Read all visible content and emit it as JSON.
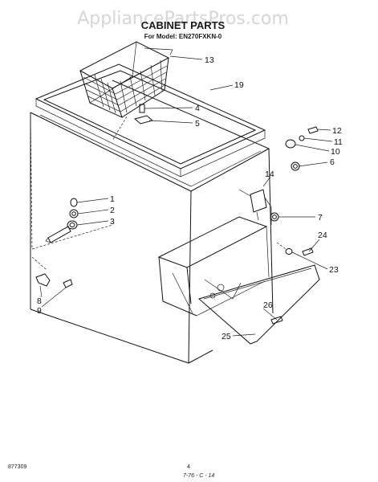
{
  "watermark": "AppliancePartsPros.com",
  "header": {
    "title": "CABINET PARTS",
    "model_line": "For Model: EN270FXKN-0"
  },
  "callouts": [
    {
      "id": "1",
      "label": "1"
    },
    {
      "id": "2",
      "label": "2"
    },
    {
      "id": "3",
      "label": "3"
    },
    {
      "id": "4",
      "label": "4"
    },
    {
      "id": "5",
      "label": "5"
    },
    {
      "id": "6",
      "label": "6"
    },
    {
      "id": "7",
      "label": "7"
    },
    {
      "id": "8",
      "label": "8"
    },
    {
      "id": "9",
      "label": "9"
    },
    {
      "id": "10",
      "label": "10"
    },
    {
      "id": "11",
      "label": "11"
    },
    {
      "id": "12",
      "label": "12"
    },
    {
      "id": "13",
      "label": "13"
    },
    {
      "id": "14",
      "label": "14"
    },
    {
      "id": "19",
      "label": "19"
    },
    {
      "id": "23",
      "label": "23"
    },
    {
      "id": "24",
      "label": "24"
    },
    {
      "id": "25",
      "label": "25"
    },
    {
      "id": "26",
      "label": "26"
    }
  ],
  "footer": {
    "doc_code": "877309",
    "page_number": "4",
    "handwritten_date": "7-76 - C - 14"
  }
}
